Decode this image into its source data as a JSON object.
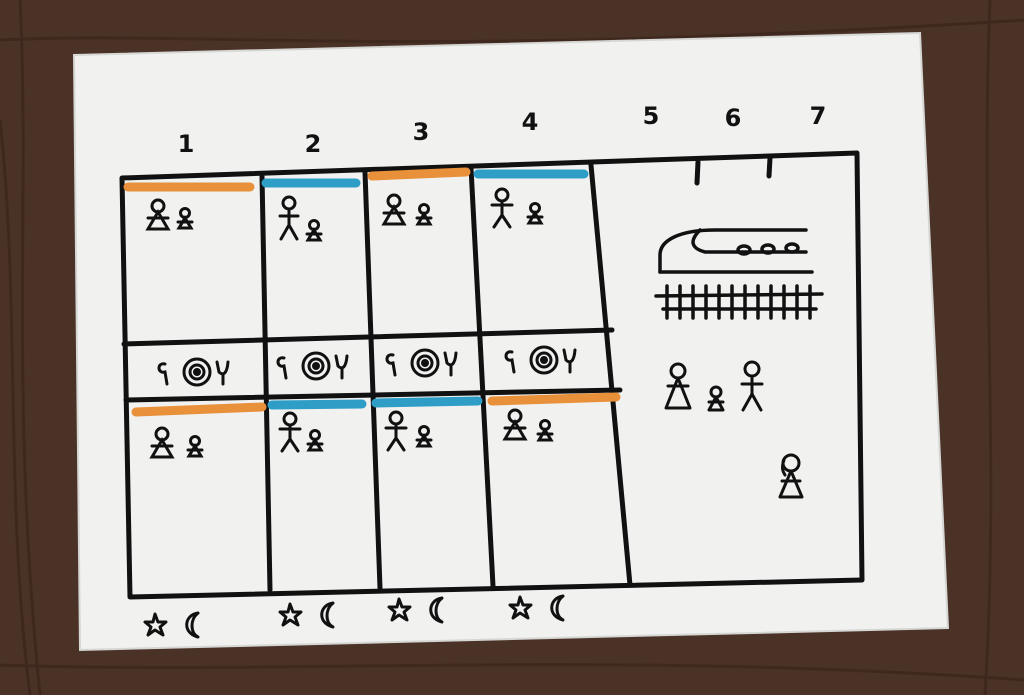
{
  "column_numbers": [
    "1",
    "2",
    "3",
    "4",
    "5",
    "6",
    "7"
  ],
  "colors": {
    "table": "#4a3226",
    "paper": "#f1f1f0",
    "ink": "#111111",
    "orange": "#e8903a",
    "blue": "#2e9ec7"
  },
  "top_row": [
    {
      "column": "1",
      "stripe": "orange",
      "figures": [
        "woman-figure",
        "child-figure"
      ]
    },
    {
      "column": "2",
      "stripe": "blue",
      "figures": [
        "man-figure",
        "child-figure"
      ]
    },
    {
      "column": "3",
      "stripe": "orange",
      "figures": [
        "woman-figure",
        "child-figure"
      ]
    },
    {
      "column": "4",
      "stripe": "blue",
      "figures": [
        "man-figure",
        "child-figure"
      ]
    }
  ],
  "middle_row": [
    {
      "column": "1",
      "icon": "target-icon"
    },
    {
      "column": "2",
      "icon": "target-icon"
    },
    {
      "column": "3",
      "icon": "target-icon"
    },
    {
      "column": "4",
      "icon": "target-icon"
    }
  ],
  "bottom_row": [
    {
      "column": "1",
      "stripe": "orange",
      "figures": [
        "woman-figure",
        "child-figure"
      ]
    },
    {
      "column": "2",
      "stripe": "blue",
      "figures": [
        "man-figure",
        "child-figure"
      ]
    },
    {
      "column": "3",
      "stripe": "blue",
      "figures": [
        "man-figure",
        "child-figure"
      ]
    },
    {
      "column": "4",
      "stripe": "orange",
      "figures": [
        "woman-figure",
        "child-figure"
      ]
    }
  ],
  "night_icons": [
    "star-moon-icon",
    "star-moon-icon",
    "star-moon-icon",
    "star-moon-icon"
  ],
  "trip_panel": {
    "columns": [
      "5",
      "6",
      "7"
    ],
    "icons": [
      "train-icon",
      "rail-track-icon",
      "family-figures",
      "lone-woman-figure"
    ]
  }
}
